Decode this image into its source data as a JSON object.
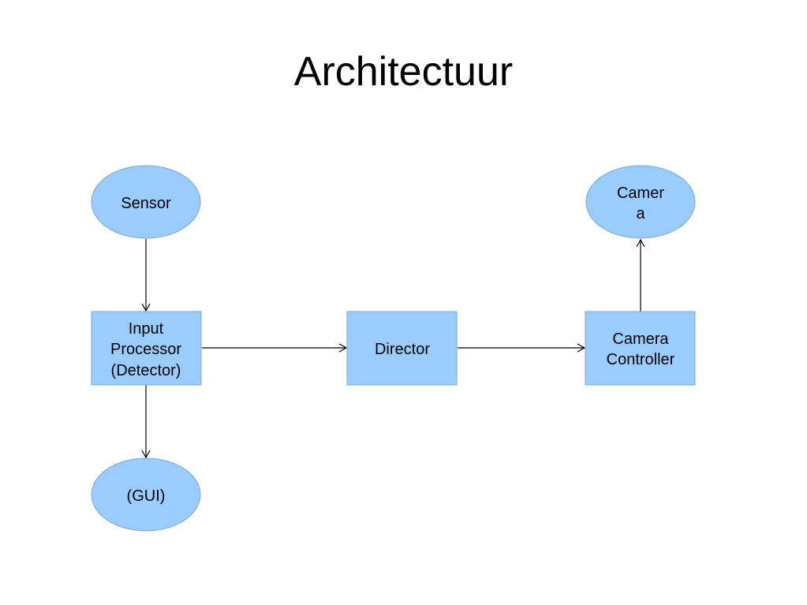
{
  "title": "Architectuur",
  "colors": {
    "node_fill": "#99ccff",
    "node_stroke": "#7fa8cf",
    "edge": "#000000"
  },
  "nodes": {
    "sensor": {
      "lines": [
        "Sensor"
      ],
      "shape": "ellipse"
    },
    "camera": {
      "lines": [
        "Camer",
        "a"
      ],
      "shape": "ellipse"
    },
    "input_processor": {
      "lines": [
        "Input",
        "Processor",
        "(Detector)"
      ],
      "shape": "rect"
    },
    "director": {
      "lines": [
        "Director"
      ],
      "shape": "rect"
    },
    "camera_controller": {
      "lines": [
        "Camera",
        "Controller"
      ],
      "shape": "rect"
    },
    "gui": {
      "lines": [
        "(GUI)"
      ],
      "shape": "ellipse"
    }
  },
  "edges": [
    {
      "from": "sensor",
      "to": "input_processor"
    },
    {
      "from": "input_processor",
      "to": "gui"
    },
    {
      "from": "input_processor",
      "to": "director"
    },
    {
      "from": "director",
      "to": "camera_controller"
    },
    {
      "from": "camera_controller",
      "to": "camera"
    }
  ]
}
